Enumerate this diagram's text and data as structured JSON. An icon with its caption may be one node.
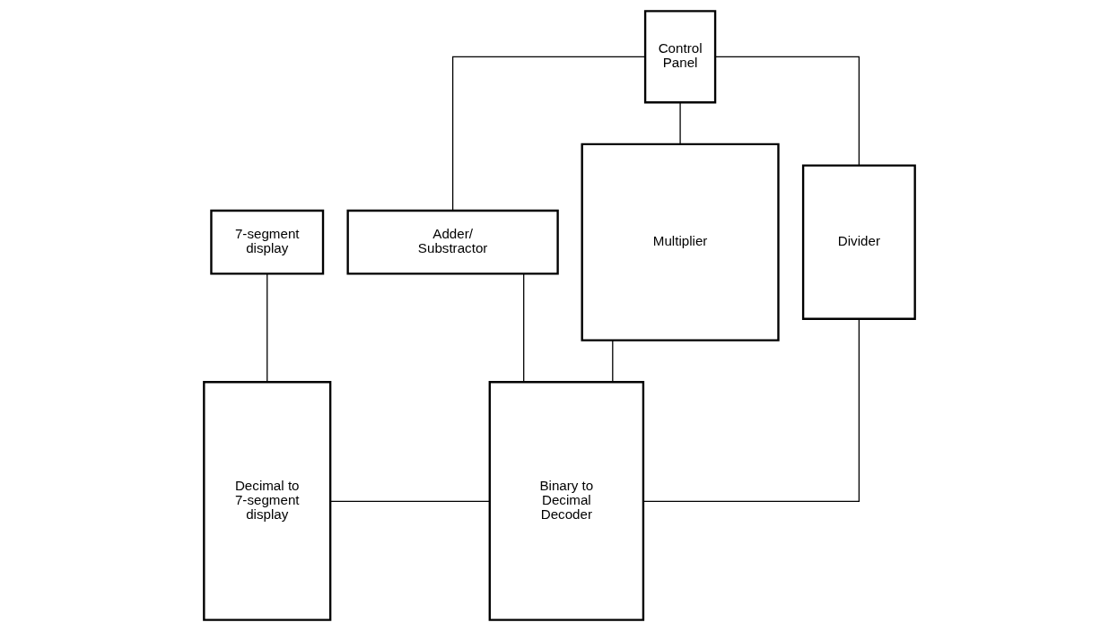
{
  "diagram": {
    "nodes": [
      {
        "text": [
          "Control Panel"
        ]
      },
      {
        "text": [
          "Adder/ Substractor"
        ]
      },
      {
        "text": [
          "Multiplier"
        ]
      },
      {
        "text": [
          "Divider"
        ]
      },
      {
        "text": [
          "7-segment display"
        ]
      },
      {
        "text": [
          "Decimal to 7-segment display"
        ]
      },
      {
        "text": [
          "Binary to Decimal Decoder"
        ]
      }
    ],
    "edges": [
      {
        "from": 0,
        "to": 1,
        "arrow": "none"
      },
      {
        "from": 0,
        "to": 2,
        "arrow": "none"
      },
      {
        "from": 0,
        "to": 3,
        "arrow": "none"
      },
      {
        "from": 1,
        "to": 6,
        "arrow": "none"
      },
      {
        "from": 2,
        "to": 6,
        "arrow": "none"
      },
      {
        "from": 3,
        "to": 6,
        "arrow": "none"
      },
      {
        "from": 5,
        "to": 6,
        "arrow": "none"
      },
      {
        "from": 4,
        "to": 5,
        "arrow": "none"
      }
    ]
  }
}
